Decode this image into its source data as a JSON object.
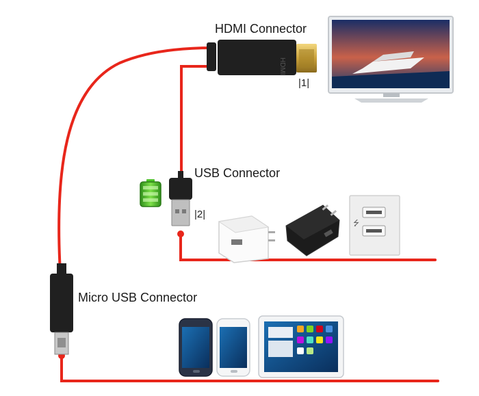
{
  "labels": {
    "hdmi_connector": "HDMI Connector",
    "usb_connector": "USB Connector",
    "micro_usb_connector": "Micro USB Connector"
  },
  "markers": {
    "one": "|1|",
    "two": "|2|"
  },
  "devices": {
    "hdmi_plug_text": "HDMI",
    "usb_port_glyph": "⭍"
  },
  "colors": {
    "cable_red": "#e8261b",
    "connector_black": "#202020",
    "hdmi_gold": "#c9a13b",
    "battery_green": "#4ec22b",
    "tv_frame": "#e9ecef",
    "wall_plate": "#eeeeee"
  }
}
